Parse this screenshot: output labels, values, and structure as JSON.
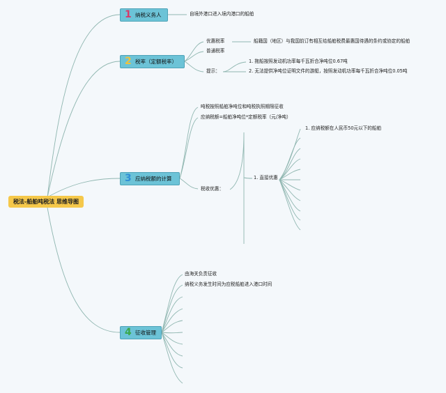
{
  "root": "税法-船舶吨税法 思维导图",
  "colors": {
    "root_fill": "#f5c84a",
    "branch_fill": "#6cc3d7",
    "connector": "#8fb6b0",
    "background": "#f4f8fb"
  },
  "branches": [
    {
      "number": "1",
      "label": "纳税义务人",
      "number_color": "#d63b6a",
      "children": [
        "自境外港口进入境内港口的船舶"
      ]
    },
    {
      "number": "2",
      "label": "税率（定额税率）",
      "number_color": "#f0c23c",
      "children": [
        {
          "label": "优惠税率",
          "children": [
            "船籍国（地区）与我国前订有相互给船舶税费最惠国待遇的条约或协定的船舶"
          ]
        },
        {
          "label": "普通税率"
        },
        {
          "label": "提示：",
          "children": [
            "1. 拖船按照发动机功率每千瓦折合净吨位0.67吨",
            "2. 无法提供净吨位证明文件的游艇，按照发动机功率每千瓦折合净吨位0.05吨"
          ]
        }
      ]
    },
    {
      "number": "3",
      "label": "应纳税额的计算",
      "number_color": "#2f8fd6",
      "children": [
        {
          "label": "吨税按照船舶净吨位和吨税执照期限征收"
        },
        {
          "label": "应纳税额=船舶净吨位*定额税率（元/净吨）"
        },
        {
          "label": "税收优惠：",
          "children": [
            {
              "label": "1. 直接优惠",
              "children": [
                "1. 应纳税额在人民币50元以下的船舶"
              ]
            }
          ]
        }
      ]
    },
    {
      "number": "4",
      "label": "征收管理",
      "number_color": "#3aa84a",
      "children": [
        "由海关负责征收",
        "纳税义务发生时间为应税船舶进入港口时间"
      ]
    }
  ]
}
